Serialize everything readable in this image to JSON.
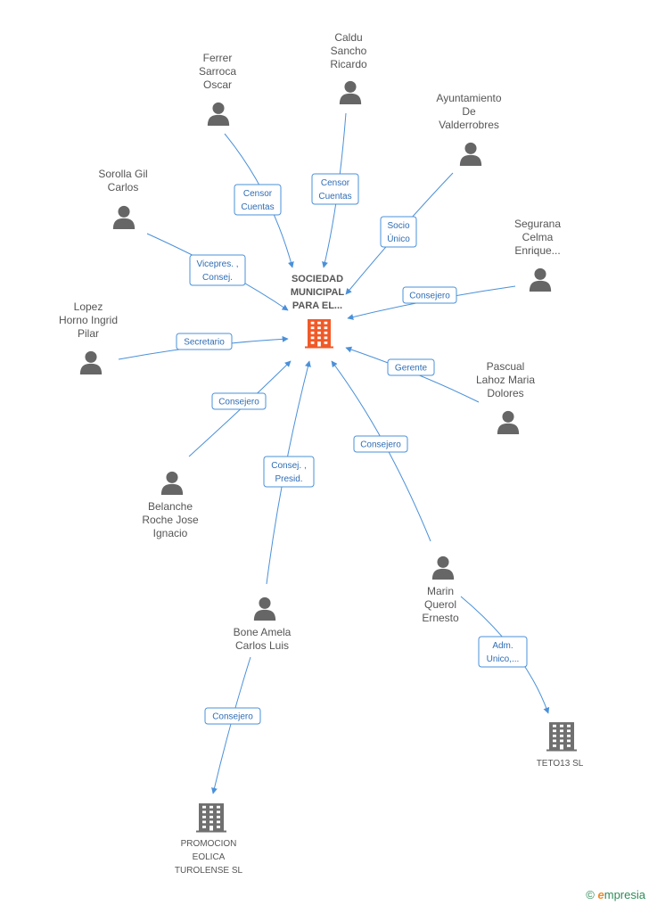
{
  "colors": {
    "edge": "#4a90d9",
    "person": "#666666",
    "center_building": "#f05a28",
    "company_building": "#707070"
  },
  "center": {
    "lines": [
      "SOCIEDAD",
      "MUNICIPAL",
      "PARA EL..."
    ],
    "icon": "building-icon"
  },
  "persons": [
    {
      "id": "ferrer",
      "lines": [
        "Ferrer",
        "Sarroca",
        "Oscar"
      ],
      "role_lines": [
        "Censor",
        "Cuentas"
      ]
    },
    {
      "id": "caldu",
      "lines": [
        "Caldu",
        "Sancho",
        "Ricardo"
      ],
      "role_lines": [
        "Censor",
        "Cuentas"
      ]
    },
    {
      "id": "ayuntamiento",
      "lines": [
        "Ayuntamiento",
        "De",
        "Valderrobres"
      ],
      "role_lines": [
        "Socio",
        "Único"
      ]
    },
    {
      "id": "sorolla",
      "lines": [
        "Sorolla Gil",
        "Carlos"
      ],
      "role_lines": [
        "Vicepres. ,",
        "Consej."
      ]
    },
    {
      "id": "segurana",
      "lines": [
        "Segurana",
        "Celma",
        "Enrique..."
      ],
      "role_lines": [
        "Consejero"
      ]
    },
    {
      "id": "lopez",
      "lines": [
        "Lopez",
        "Horno Ingrid",
        "Pilar"
      ],
      "role_lines": [
        "Secretario"
      ]
    },
    {
      "id": "pascual",
      "lines": [
        "Pascual",
        "Lahoz Maria",
        "Dolores"
      ],
      "role_lines": [
        "Gerente"
      ]
    },
    {
      "id": "belanche",
      "lines": [
        "Belanche",
        "Roche Jose",
        "Ignacio"
      ],
      "role_lines": [
        "Consejero"
      ]
    },
    {
      "id": "bone",
      "lines": [
        "Bone Amela",
        "Carlos Luis"
      ],
      "role_lines": [
        "Consej. ,",
        "Presid."
      ]
    },
    {
      "id": "marin",
      "lines": [
        "Marin",
        "Querol",
        "Ernesto"
      ],
      "role_lines": [
        "Consejero"
      ]
    }
  ],
  "companies": [
    {
      "id": "teto13",
      "lines": [
        "TETO13  SL"
      ],
      "from": "marin",
      "role_lines": [
        "Adm.",
        "Unico,..."
      ]
    },
    {
      "id": "promocion",
      "lines": [
        "PROMOCION",
        "EOLICA",
        "TUROLENSE SL"
      ],
      "from": "bone",
      "role_lines": [
        "Consejero"
      ]
    }
  ],
  "brand": {
    "copyright": "©",
    "initial": "e",
    "rest": "mpresia"
  }
}
